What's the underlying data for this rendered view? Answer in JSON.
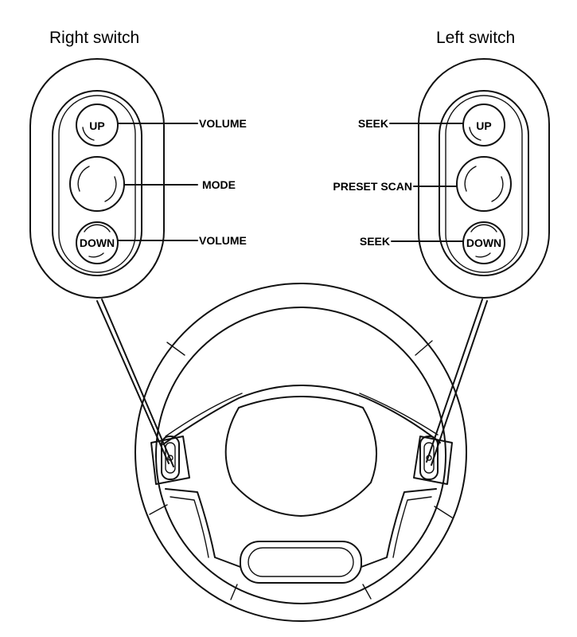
{
  "panels": {
    "right": {
      "title": "Right switch",
      "buttons": {
        "up": "UP",
        "down": "DOWN"
      },
      "labels": {
        "top": "VOLUME",
        "middle": "MODE",
        "bottom": "VOLUME"
      }
    },
    "left": {
      "title": "Left switch",
      "buttons": {
        "up": "UP",
        "down": "DOWN"
      },
      "labels": {
        "top": "SEEK",
        "middle": "PRESET SCAN",
        "bottom": "SEEK"
      }
    }
  }
}
